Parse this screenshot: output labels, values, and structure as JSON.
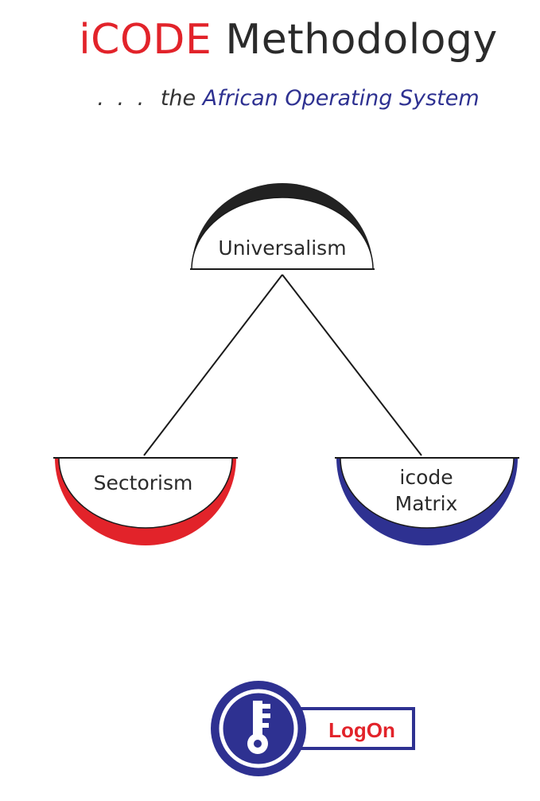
{
  "header": {
    "brand": "iCODE",
    "title_rest": "Methodology",
    "subtitle_dots": ". . .",
    "subtitle_lead": "the",
    "subtitle_em": "African Operating System"
  },
  "diagram": {
    "top_node": "Universalism",
    "left_node": "Sectorism",
    "right_node_line1": "icode",
    "right_node_line2": "Matrix"
  },
  "logon": {
    "label": "LogOn",
    "icon": "key-icon"
  },
  "colors": {
    "brand_red": "#e2232a",
    "brand_blue": "#2e3191",
    "dark": "#222222"
  }
}
